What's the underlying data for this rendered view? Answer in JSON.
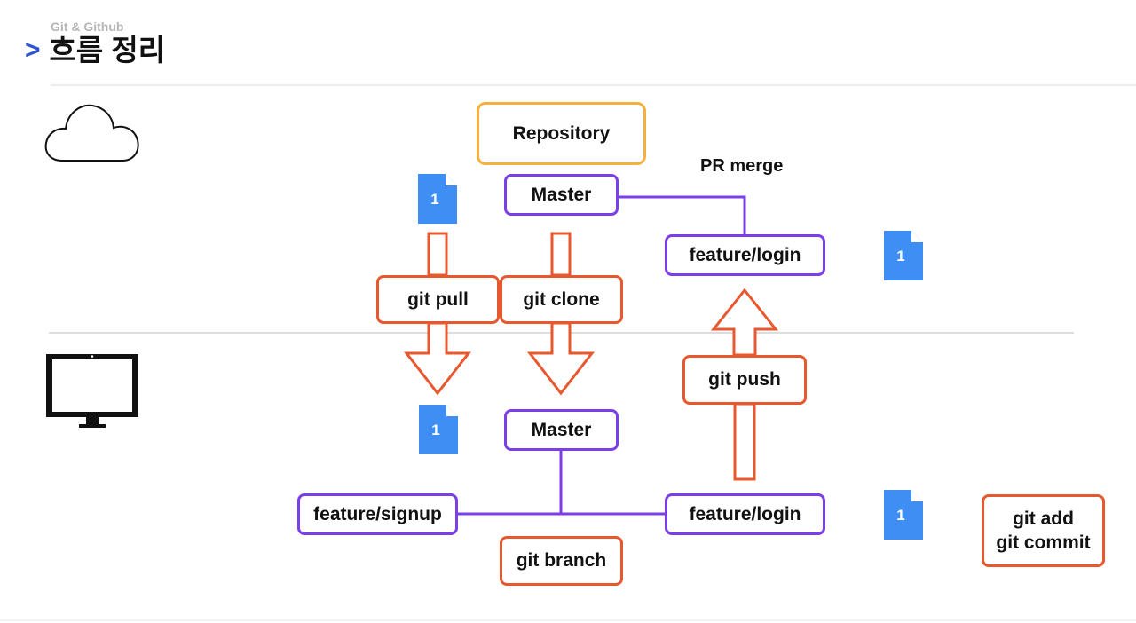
{
  "header": {
    "subtitle": "Git & Github",
    "chevron": ">",
    "title": "흐름 정리"
  },
  "cloud_section": {
    "icon": "cloud-icon"
  },
  "local_section": {
    "icon": "monitor-icon"
  },
  "nodes": {
    "repository": "Repository",
    "master_remote": "Master",
    "pr_merge": "PR merge",
    "feature_login_remote": "feature/login",
    "git_pull": "git pull",
    "git_clone": "git clone",
    "git_push": "git push",
    "master_local": "Master",
    "feature_signup": "feature/signup",
    "feature_login_local": "feature/login",
    "git_branch": "git branch",
    "git_add": "git add",
    "git_commit": "git commit"
  },
  "documents": [
    {
      "label": "1",
      "icon": "document-icon"
    },
    {
      "label": "1",
      "icon": "document-icon"
    },
    {
      "label": "1",
      "icon": "document-icon"
    },
    {
      "label": "1",
      "icon": "document-icon"
    }
  ],
  "colors": {
    "command": "#e8582f",
    "branch": "#7a3fe6",
    "repository": "#f4b23d",
    "document": "#3e8ef4",
    "chevron": "#2f55d4"
  }
}
